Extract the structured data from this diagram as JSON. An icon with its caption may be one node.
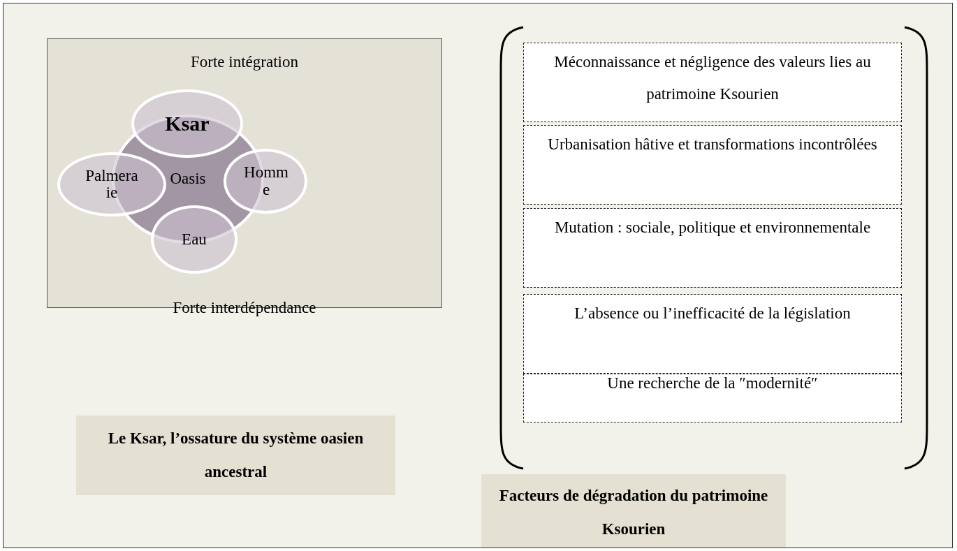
{
  "diagram": {
    "nodes": [
      {
        "text": [
          "Forte intégration",
          "Forte interdépendance"
        ]
      },
      {
        "text": [
          "Oasis"
        ],
        "in": 0
      },
      {
        "text": [
          "Ksar"
        ],
        "in": 0
      },
      {
        "text": [
          "Palmeraie"
        ],
        "in": 0
      },
      {
        "text": [
          "Homme"
        ],
        "in": 0
      },
      {
        "text": [
          "Eau"
        ],
        "in": 0
      },
      {
        "text": [
          "Le Ksar, l’ossature du système oasien ancestral"
        ]
      },
      {
        "text": [
          "Méconnaissance et négligence des valeurs lies au patrimoine Ksourien"
        ]
      },
      {
        "text": [
          "Urbanisation hâtive et transformations incontrôlées"
        ]
      },
      {
        "text": [
          "Mutation : sociale, politique et environnementale"
        ]
      },
      {
        "text": [
          "L’absence ou l’inefficacité de la législation"
        ]
      },
      {
        "text": [
          "Une recherche de la ″modernité″"
        ]
      },
      {
        "text": [
          "Facteurs de dégradation du patrimoine Ksourien"
        ]
      }
    ],
    "edges": []
  }
}
